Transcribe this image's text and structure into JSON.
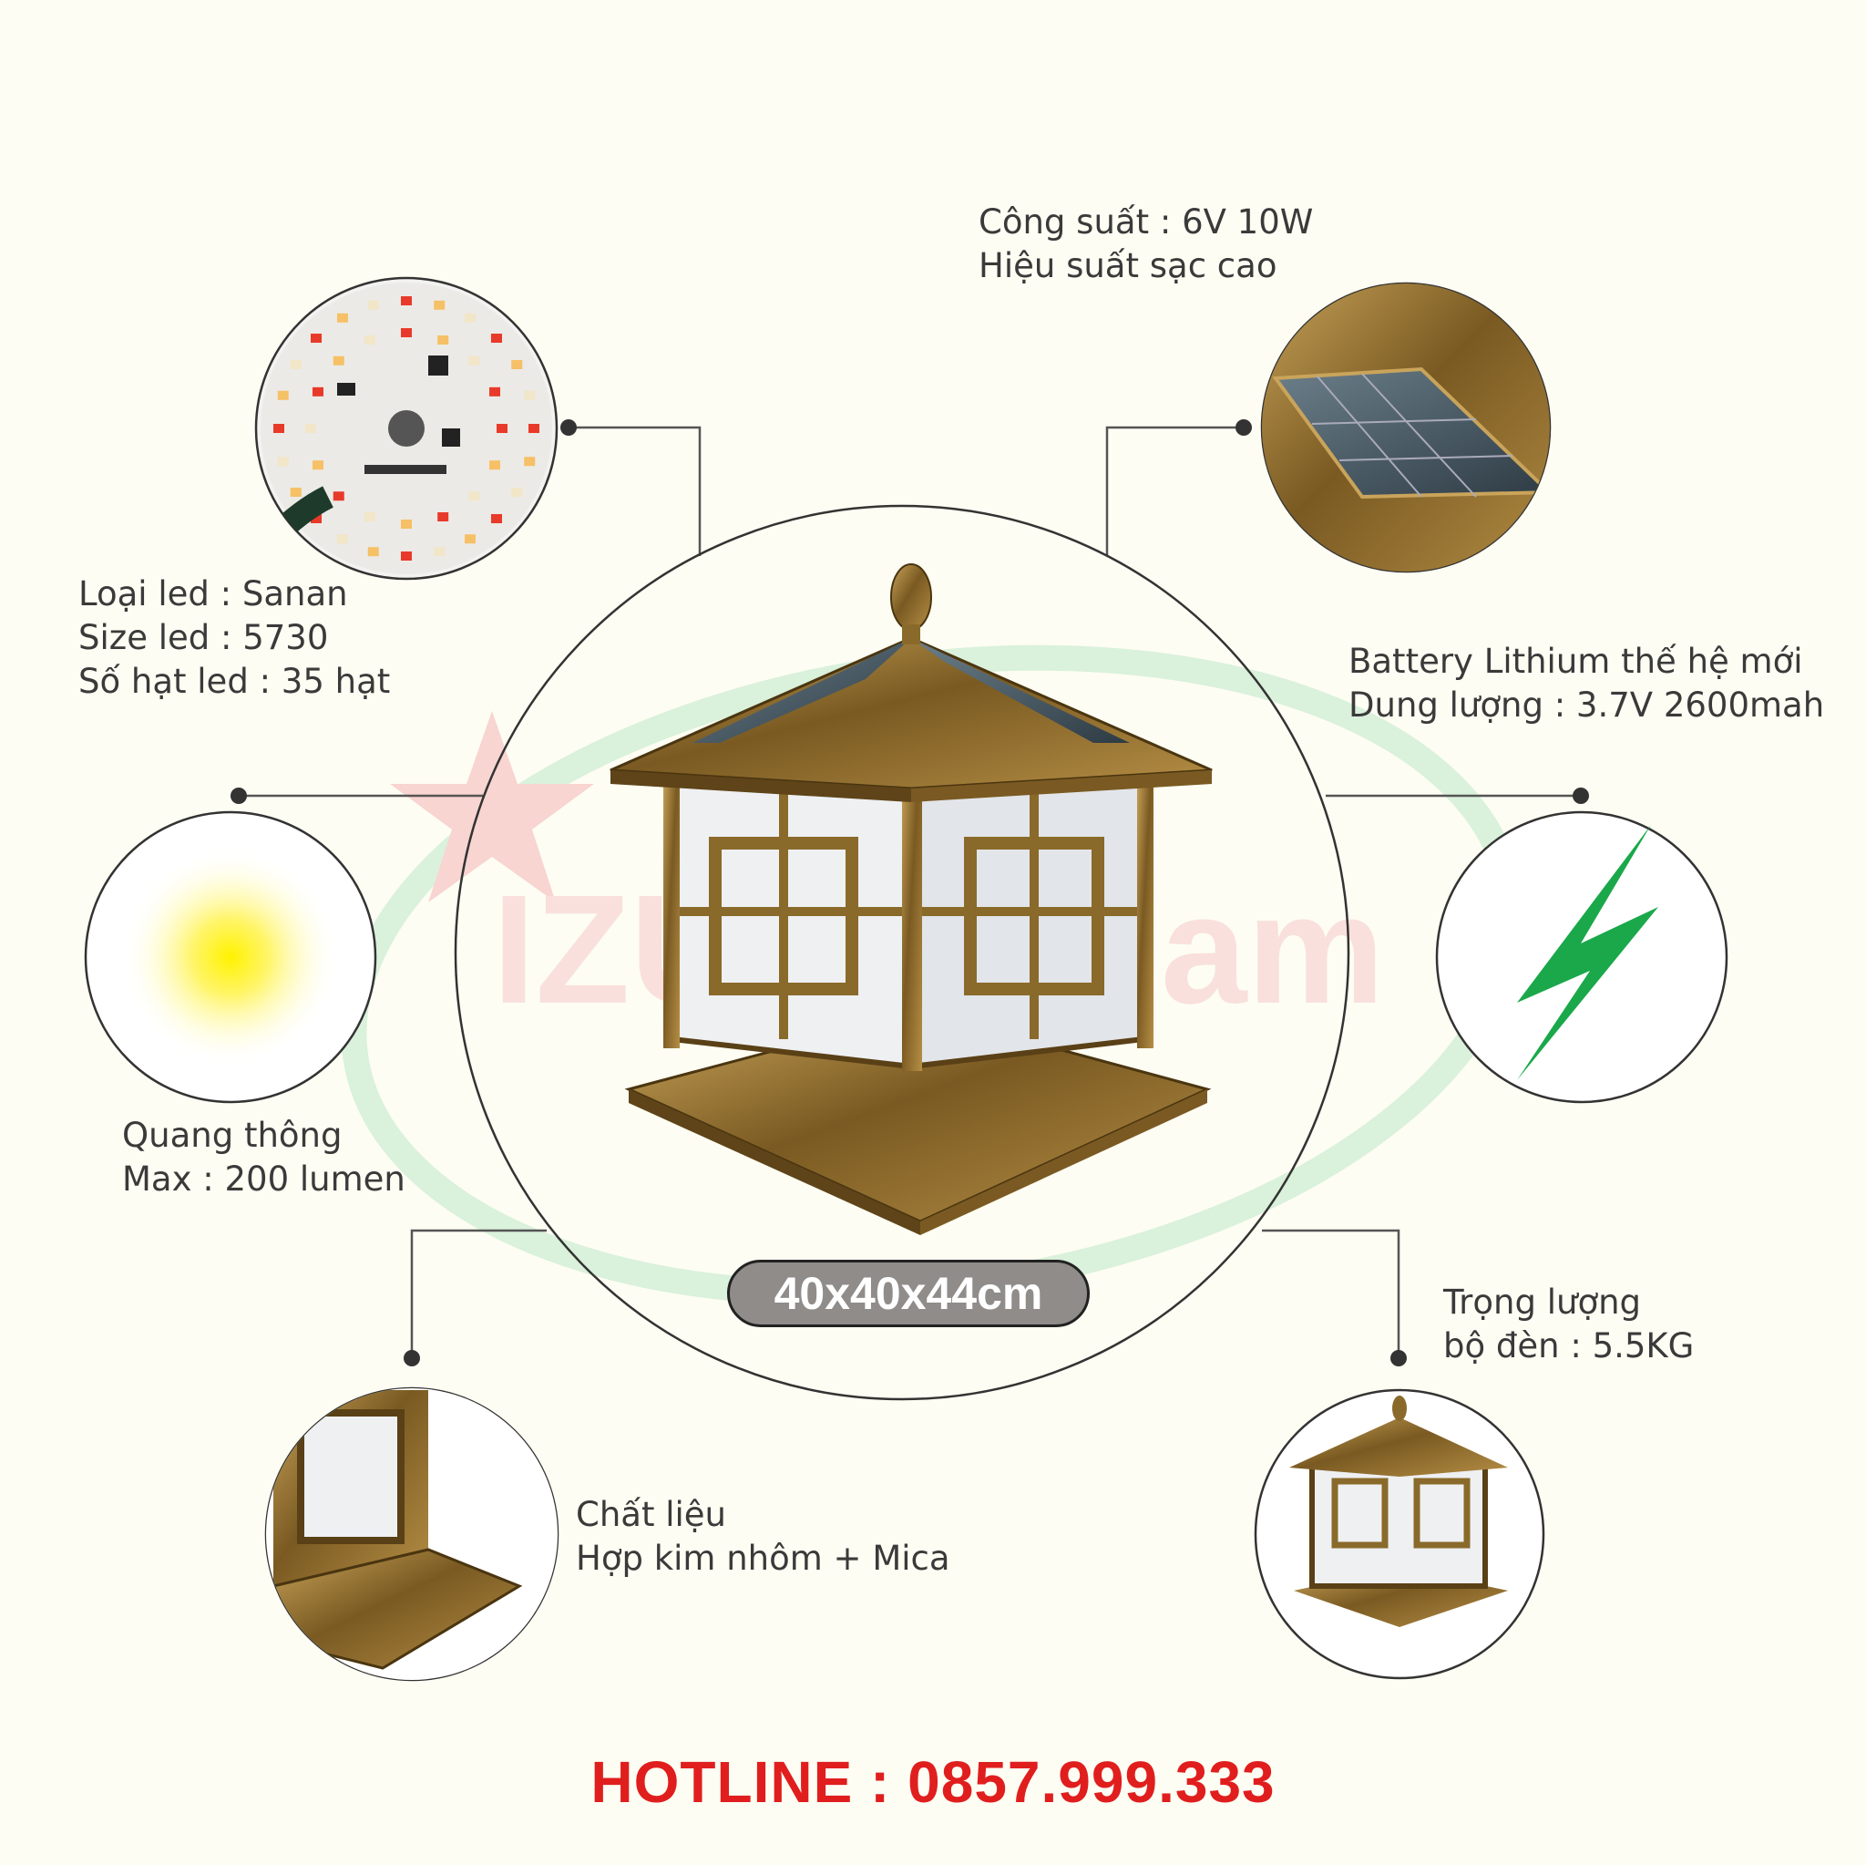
{
  "watermark": {
    "text": "IZU Vietnam"
  },
  "colors": {
    "accent": "#e01e1e",
    "bolt": "#1aa84a",
    "led_glow": "#fff200",
    "bronze": "#8a6a2a"
  },
  "specs": {
    "power": {
      "line1": "Công suất : 6V 10W",
      "line2": "Hiệu suất sạc cao"
    },
    "led": {
      "line1": "Loại led : Sanan",
      "line2": "Size led : 5730",
      "line3": "Số hạt led : 35 hạt"
    },
    "battery": {
      "line1": "Battery Lithium thế hệ mới",
      "line2": "Dung lượng : 3.7V 2600mah"
    },
    "lumen": {
      "line1": "Quang thông",
      "line2": "Max : 200 lumen"
    },
    "weight": {
      "line1": "Trọng lượng",
      "line2": "bộ đèn : 5.5KG"
    },
    "material": {
      "line1": "Chất liệu",
      "line2": "Hợp kim nhôm + Mica"
    }
  },
  "dimension_badge": "40x40x44cm",
  "hotline": "HOTLINE : 0857.999.333",
  "icons": {
    "led_board": "led-circuit-board-icon",
    "solar": "solar-panel-icon",
    "light": "light-glow-icon",
    "bolt": "lightning-bolt-icon",
    "base": "lamp-base-detail-icon",
    "lamp_small": "lamp-small-icon"
  }
}
